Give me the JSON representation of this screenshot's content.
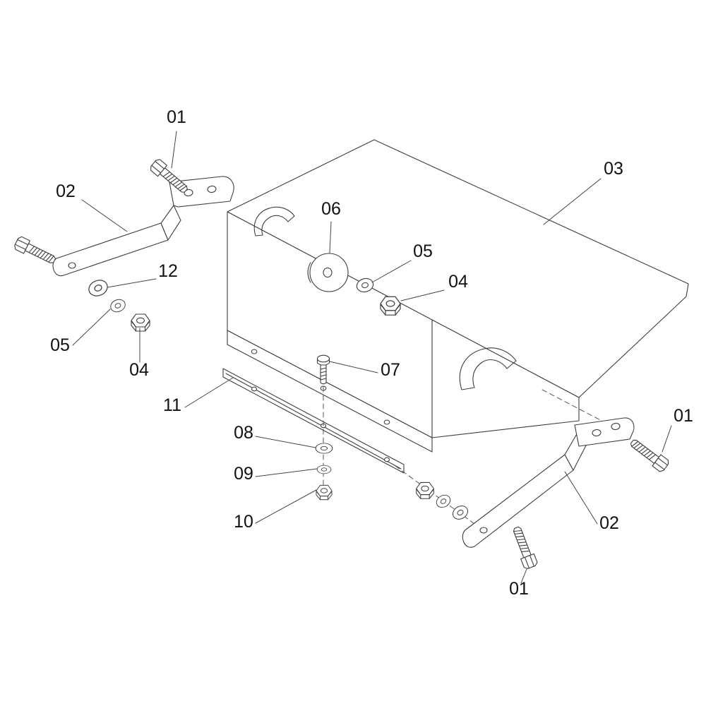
{
  "figure": {
    "type": "exploded-parts-diagram",
    "background": "#ffffff",
    "line_color": "#3d3d3d",
    "label_color": "#111111",
    "dash_color": "#565656"
  },
  "callouts": [
    {
      "label": "01",
      "part": "hex-bolt-top-left"
    },
    {
      "label": "02",
      "part": "bracket-left"
    },
    {
      "label": "03",
      "part": "cover-plate"
    },
    {
      "label": "06",
      "part": "large-flat-washer"
    },
    {
      "label": "05",
      "part": "flat-washer-center"
    },
    {
      "label": "04",
      "part": "hex-nut-center"
    },
    {
      "label": "12",
      "part": "flat-washer-left"
    },
    {
      "label": "05",
      "part": "flat-washer-left-small"
    },
    {
      "label": "04",
      "part": "hex-nut-left"
    },
    {
      "label": "07",
      "part": "carriage-bolt"
    },
    {
      "label": "11",
      "part": "mounting-rail"
    },
    {
      "label": "08",
      "part": "flat-washer-bottom"
    },
    {
      "label": "09",
      "part": "lock-washer-bottom"
    },
    {
      "label": "10",
      "part": "hex-nut-bottom"
    },
    {
      "label": "01",
      "part": "hex-bolt-right"
    },
    {
      "label": "02",
      "part": "bracket-right"
    },
    {
      "label": "01",
      "part": "hex-bolt-bottom-right"
    }
  ]
}
